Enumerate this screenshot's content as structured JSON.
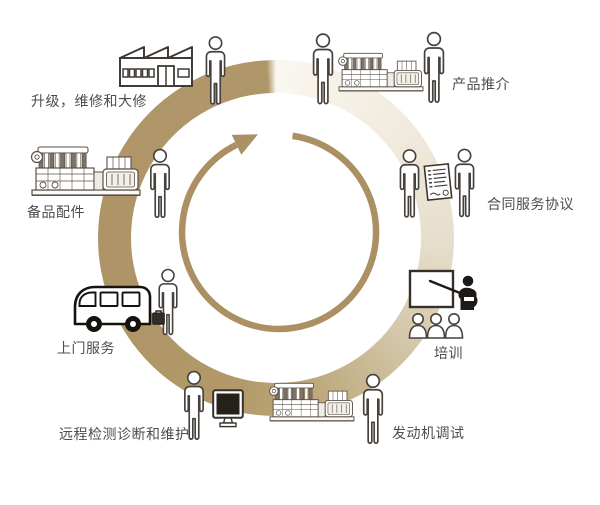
{
  "diagram": {
    "type": "circular-service-cycle",
    "direction": "clockwise",
    "steps": [
      {
        "id": "product-promotion",
        "label": "产品推介",
        "icons": [
          "person",
          "engine-genset",
          "person"
        ]
      },
      {
        "id": "contract-service-agreement",
        "label": "合同服务协议",
        "icons": [
          "person",
          "contract-document",
          "person"
        ]
      },
      {
        "id": "training",
        "label": "培训",
        "icons": [
          "presentation-board",
          "trainer",
          "audience-group"
        ]
      },
      {
        "id": "engine-commissioning",
        "label": "发动机调试",
        "icons": [
          "engine-genset",
          "person"
        ]
      },
      {
        "id": "remote-diagnostics-maintenance",
        "label": "远程检测诊断和维护",
        "icons": [
          "person",
          "computer-monitor"
        ]
      },
      {
        "id": "onsite-service",
        "label": "上门服务",
        "icons": [
          "service-van",
          "person-with-briefcase"
        ]
      },
      {
        "id": "spare-parts",
        "label": "备品配件",
        "icons": [
          "engine-genset",
          "person"
        ]
      },
      {
        "id": "upgrade-repair-overhaul",
        "label": "升级，维修和大修",
        "icons": [
          "factory",
          "person"
        ]
      }
    ],
    "colors": {
      "ring_dark": "#ae9466",
      "ring_light": "#f2ecdf",
      "cycle_arrow": "#aa9063",
      "icon_outline": "#46413c",
      "text": "#4d4d4d",
      "background": "#ffffff"
    }
  }
}
